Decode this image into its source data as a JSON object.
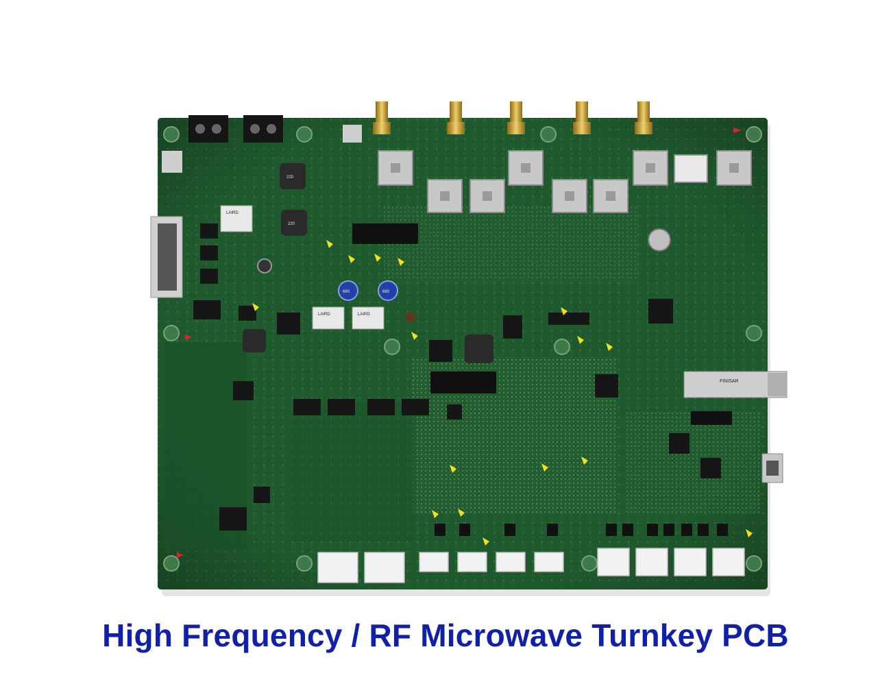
{
  "caption": "High Frequency / RF Microwave Turnkey PCB",
  "image": {
    "subject": "pcb-board",
    "colors": {
      "background": "#ffffff",
      "board": "#1f5a2e",
      "board_dark": "#14401f",
      "caption": "#1020a8",
      "gold": "#c9a23a",
      "shield": "#c8c8c8",
      "marker_yellow": "#f2e21c",
      "marker_red": "#d8262a"
    },
    "component_labels": {
      "laird_1": "LAIRD",
      "laird_2": "LAIRD",
      "laird_3": "LAIRD",
      "finisar": "FINISAR",
      "inductor_1": "220",
      "inductor_2": "220",
      "cap_1": "680",
      "cap_2": "680"
    }
  }
}
